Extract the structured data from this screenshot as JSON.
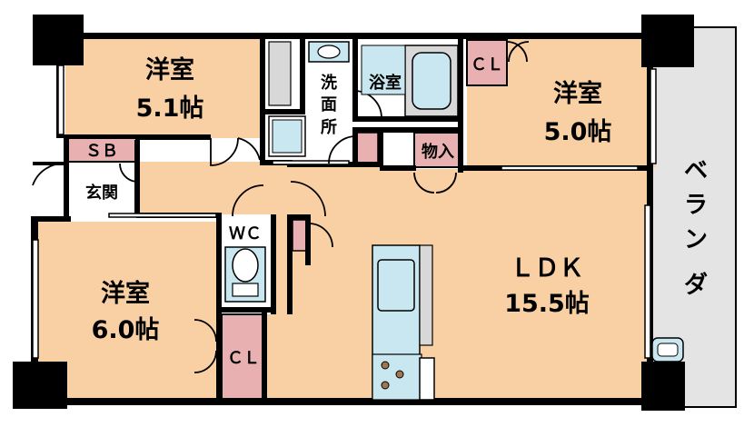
{
  "rooms": {
    "western1": {
      "name": "洋室",
      "size": "5.1帖"
    },
    "western2": {
      "name": "洋室",
      "size": "5.0帖"
    },
    "western3": {
      "name": "洋室",
      "size": "6.0帖"
    },
    "ldk": {
      "name": "ＬＤＫ",
      "size": "15.5帖"
    }
  },
  "labels": {
    "bath": "浴室",
    "washroom": [
      "洗",
      "面",
      "所"
    ],
    "closet_top": "ＣＬ",
    "closet_bottom": "ＣＬ",
    "storage": "物入",
    "shoe_box": "ＳＢ",
    "entrance": "玄関",
    "toilet": "ＷＣ",
    "veranda": [
      "ベ",
      "ラ",
      "ン",
      "ダ"
    ]
  },
  "colors": {
    "room_fill": "#f9cfa4",
    "closet_fill": "#e8b0b0",
    "wet_fill": "#c8e7f0",
    "veranda_fill": "#e4e4e4",
    "floor_white": "#ffffff",
    "wall": "#000000",
    "fixture_grey": "#d8d8d8"
  }
}
